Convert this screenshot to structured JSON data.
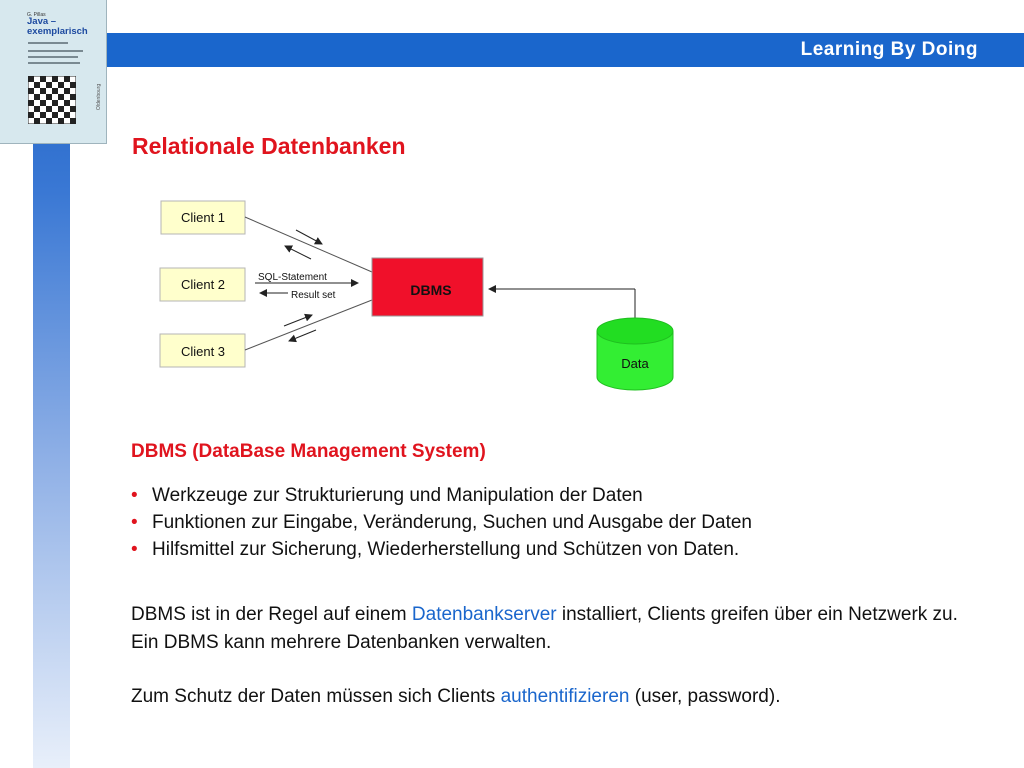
{
  "header": {
    "title": "Learning By Doing"
  },
  "book_cover": {
    "author": "G. Pillas",
    "title": "Java – exemplarisch",
    "spine": "Oldenbourg"
  },
  "slide": {
    "title": "Relationale Datenbanken"
  },
  "diagram": {
    "clients": [
      "Client 1",
      "Client 2",
      "Client 3"
    ],
    "dbms_label": "DBMS",
    "data_label": "Data",
    "sql_label": "SQL-Statement",
    "result_label": "Result set"
  },
  "section": {
    "heading": "DBMS (DataBase Management System)",
    "bullet_char": "•",
    "bullets": [
      "Werkzeuge zur Strukturierung und Manipulation der Daten",
      "Funktionen zur Eingabe, Veränderung, Suchen und Ausgabe der Daten",
      "Hilfsmittel zur Sicherung, Wiederherstellung und Schützen von Daten."
    ]
  },
  "paragraph1": {
    "before": "DBMS ist in der Regel auf einem ",
    "link": "Datenbankserver",
    "after": " installiert, Clients greifen über ein Netzwerk zu. Ein DBMS kann mehrere Datenbanken verwalten."
  },
  "paragraph2": {
    "before": "Zum Schutz der Daten müssen sich Clients ",
    "link": "authentifizieren",
    "after": " (user, password)."
  },
  "colors": {
    "accent_red": "#e0141e",
    "header_blue": "#1a66cc",
    "client_box_fill": "#ffffcc",
    "dbms_fill": "#f0102a",
    "data_fill": "#33ee33"
  }
}
